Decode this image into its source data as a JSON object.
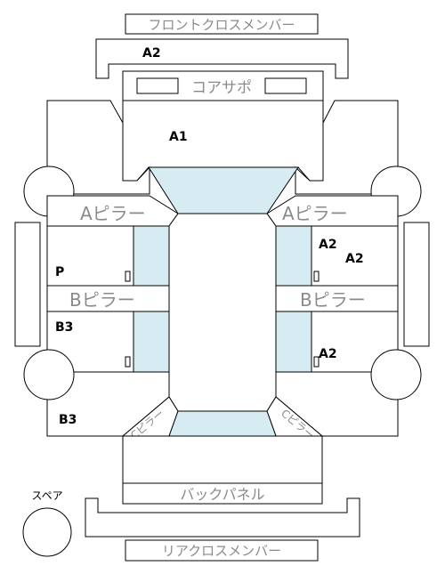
{
  "parts": {
    "front_cross_member": "フロントクロスメンバー",
    "core_support": "コアサポ",
    "a_pillar_left": "Aピラー",
    "a_pillar_right": "Aピラー",
    "b_pillar_left": "Bピラー",
    "b_pillar_right": "Bピラー",
    "c_pillar_left": "Cピラー",
    "c_pillar_right": "Cピラー",
    "back_panel": "バックパネル",
    "rear_cross_member": "リアクロスメンバー",
    "spare": "スペア"
  },
  "grades": {
    "front_cross_member": "A2",
    "core_support": "A1",
    "right_front_door_1": "A2",
    "right_front_door_2": "A2",
    "left_front_door": "P",
    "left_rear_door": "B3",
    "right_rear_door": "A2",
    "left_quarter": "B3"
  },
  "colors": {
    "glass": "#d6ebf2",
    "outline": "#000000",
    "part_label": "#8a8a8a"
  }
}
